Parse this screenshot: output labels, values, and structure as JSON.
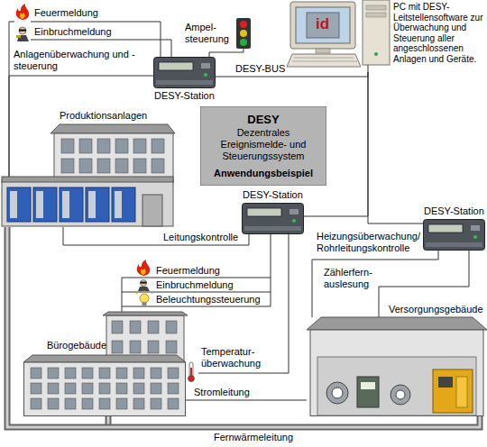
{
  "diagram": {
    "nodes": [
      {
        "text": [
          "DESY-Station"
        ]
      },
      {
        "text": [
          "PC mit DESY-Leitstellensoftware zur Überwachung und Steuerung aller angeschlossenen Anlagen und Geräte."
        ]
      },
      {
        "text": [
          "Produktionsanlagen"
        ]
      },
      {
        "text": [
          "DESY",
          "Dezentrales Ereignismelde- und Steuerungssystem",
          "Anwendungsbeispiel"
        ]
      },
      {
        "text": [
          "DESY-Station"
        ]
      },
      {
        "text": [
          "DESY-Station"
        ]
      },
      {
        "text": [
          "Bürogebäude"
        ]
      },
      {
        "text": [
          "Versorgungsgebäude"
        ]
      }
    ],
    "edges": [
      {
        "from": 0,
        "to": 1,
        "arrow": "none",
        "label": "DESY-BUS"
      },
      {
        "from": 0,
        "to": 2,
        "arrow": "none",
        "label": "Anlagenüberwachung und -steuerung"
      },
      {
        "from": 4,
        "to": 1,
        "arrow": "none"
      },
      {
        "from": 5,
        "to": 1,
        "arrow": "none"
      },
      {
        "from": 4,
        "to": 2,
        "arrow": "none",
        "label": "Leitungskontrolle"
      },
      {
        "from": 4,
        "to": 6,
        "arrow": "none"
      },
      {
        "from": 6,
        "to": 7,
        "arrow": "none",
        "label": "Stromleitung"
      },
      {
        "from": 5,
        "to": 7,
        "arrow": "none"
      },
      {
        "from": 5,
        "to": 7,
        "arrow": "none"
      },
      {
        "from": 2,
        "to": 7,
        "arrow": "none",
        "label": "Fernwärmeleitung"
      }
    ],
    "labels": [
      "Feuermeldung",
      "Einbruchmeldung",
      "Ampel- steuerung",
      "id",
      "Feuermeldung",
      "Einbruchmeldung",
      "Beleuchtungssteuerung",
      "Temperatur- überwachung",
      "Heizungsüberwachung/ Rohrleitungskontrolle",
      "Zählerfern- auslesung"
    ]
  }
}
